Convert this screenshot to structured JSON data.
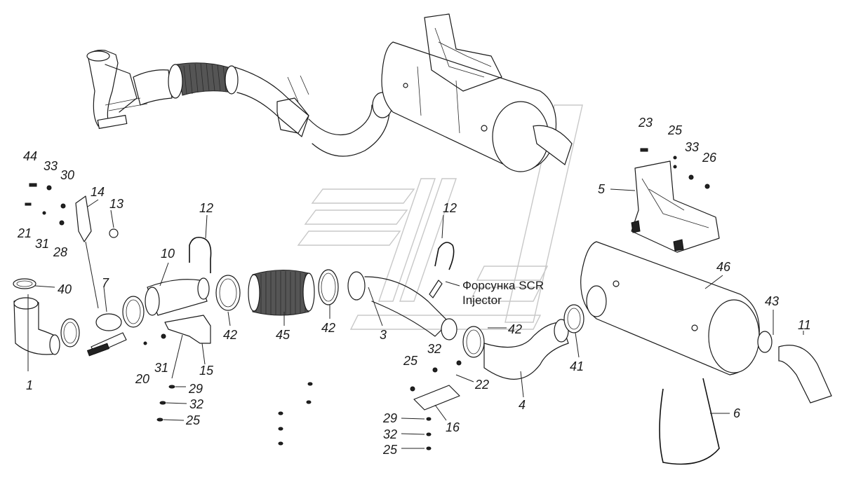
{
  "colors": {
    "line": "#1a1a1a",
    "background": "#ffffff",
    "watermark": "#c8c8c8"
  },
  "annotations": {
    "injector_ru": "Форсунка SCR",
    "injector_en": "Injector"
  },
  "callouts": {
    "c1": "1",
    "c3": "3",
    "c4": "4",
    "c5": "5",
    "c6": "6",
    "c7": "7",
    "c10": "10",
    "c11": "11",
    "c12a": "12",
    "c12b": "12",
    "c13": "13",
    "c14": "14",
    "c15": "15",
    "c16": "16",
    "c20": "20",
    "c21": "21",
    "c22": "22",
    "c23": "23",
    "c25a": "25",
    "c25b": "25",
    "c25c": "25",
    "c25d": "25",
    "c26": "26",
    "c28": "28",
    "c29a": "29",
    "c29b": "29",
    "c30": "30",
    "c31a": "31",
    "c31b": "31",
    "c32a": "32",
    "c32b": "32",
    "c32c": "32",
    "c33a": "33",
    "c33b": "33",
    "c40": "40",
    "c41": "41",
    "c42a": "42",
    "c42b": "42",
    "c42c": "42",
    "c43": "43",
    "c44": "44",
    "c45": "45",
    "c46": "46"
  }
}
